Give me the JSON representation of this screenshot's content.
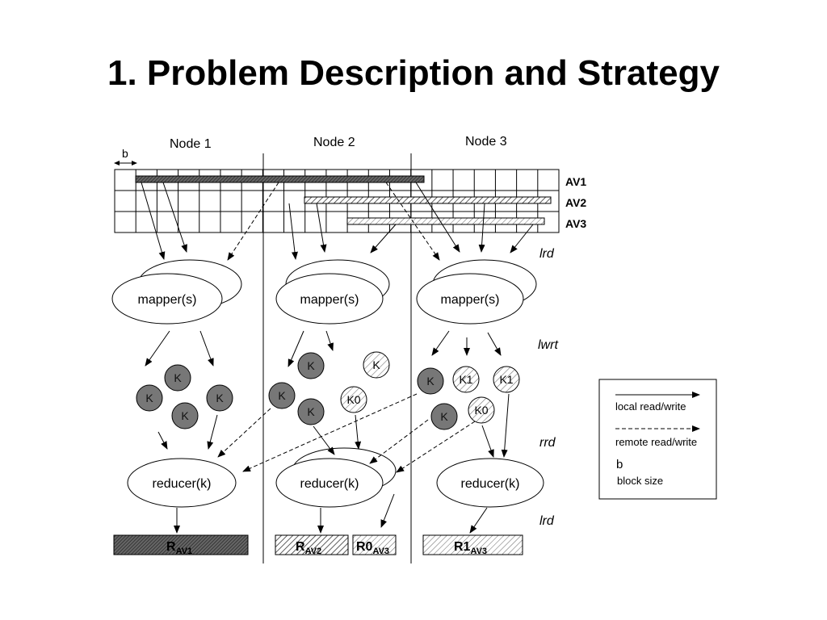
{
  "slide": {
    "title": "1. Problem Description and Strategy"
  },
  "diagram": {
    "nodes": [
      "Node 1",
      "Node 2",
      "Node 3"
    ],
    "block_marker": "b",
    "array_labels": [
      "AV1",
      "AV2",
      "AV3"
    ],
    "phase_labels": {
      "lrd_top": "lrd",
      "lwrt": "lwrt",
      "rrd": "rrd",
      "lrd_bottom": "lrd"
    },
    "mapper_label": "mapper(s)",
    "reducer_label": "reducer(k)",
    "keys": {
      "k": "K",
      "k0": "K0",
      "k1": "K1"
    },
    "results": {
      "r_av1": {
        "main": "R",
        "sub": "AV1"
      },
      "r_av2": {
        "main": "R",
        "sub": "AV2"
      },
      "r0_av3": {
        "main": "R0",
        "sub": "AV3"
      },
      "r1_av3": {
        "main": "R1",
        "sub": "AV3"
      }
    },
    "legend": {
      "local": "local read/write",
      "remote": "remote read/write",
      "b_symbol": "b",
      "block_size": "block size"
    }
  }
}
